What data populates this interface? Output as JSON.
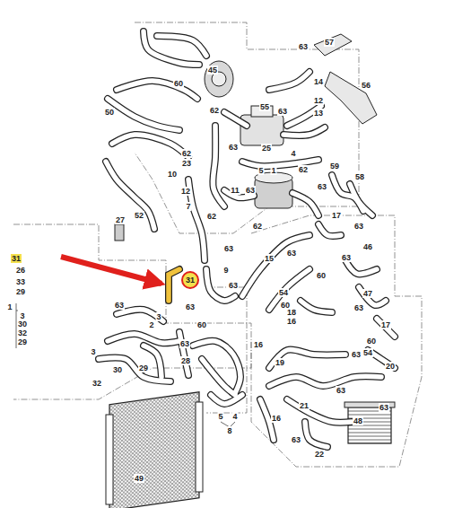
{
  "diagram": {
    "nodes": [
      {
        "text": [
          "31"
        ]
      }
    ],
    "labels": [
      "63",
      "57",
      "45",
      "60",
      "14",
      "56",
      "50",
      "62",
      "55",
      "63",
      "12",
      "13",
      "63",
      "25",
      "4",
      "62",
      "23",
      "5",
      "1",
      "62",
      "10",
      "59",
      "58",
      "11",
      "63",
      "12",
      "63",
      "7",
      "62",
      "52",
      "27",
      "17",
      "62",
      "63",
      "63",
      "15",
      "63",
      "46",
      "31",
      "63",
      "9",
      "26",
      "60",
      "33",
      "63",
      "54",
      "47",
      "29",
      "63",
      "60",
      "1",
      "63",
      "18",
      "63",
      "3",
      "3",
      "2",
      "60",
      "16",
      "17",
      "30",
      "32",
      "29",
      "63",
      "16",
      "60",
      "3",
      "63",
      "54",
      "28",
      "19",
      "29",
      "30",
      "20",
      "32",
      "63",
      "21",
      "5",
      "4",
      "16",
      "8",
      "63",
      "48",
      "63",
      "22",
      "49"
    ]
  }
}
